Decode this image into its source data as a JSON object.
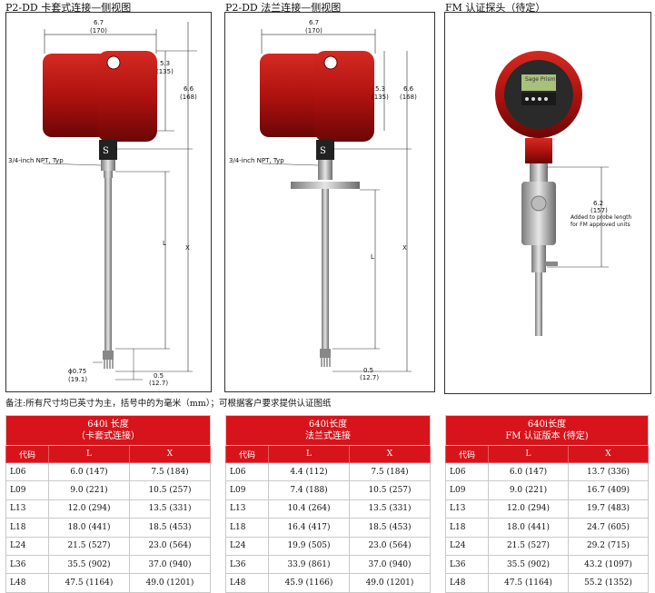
{
  "titles": [
    "P2-DD 卡套式连接—侧视图",
    "P2-DD 法兰连接—侧视图",
    "FM 认证探头（待定）"
  ],
  "diagram1": {
    "width": "6.7",
    "width_mm": "(170)",
    "h1": "5.3",
    "h1_mm": "(135)",
    "h2": "6.6",
    "h2_mm": "(168)",
    "npt": "3/4-inch NPT, Typ",
    "L": "L",
    "X": "X",
    "dia": "ɸ0.75",
    "dia_mm": "(19.1)",
    "tip": "0.5",
    "tip_mm": "(12.7)"
  },
  "diagram2": {
    "width": "6.7",
    "width_mm": "(170)",
    "h1": "5.3",
    "h1_mm": "(135)",
    "h2": "6.6",
    "h2_mm": "(168)",
    "npt": "3/4-inch NPT, Typ",
    "L": "L",
    "X": "X",
    "tip": "0.5",
    "tip_mm": "(12.7)"
  },
  "diagram3": {
    "len": "6.2",
    "len_mm": "(157)",
    "note1": "Added to probe length",
    "note2": "for FM approved units",
    "display_text": "Sage Prism"
  },
  "note": "备注:所有尺寸均已英寸为主，括号中的为毫米（mm）；可根据客户要求提供认证图纸",
  "tables": [
    {
      "title1": "640i 长度",
      "title2": "（卡套式连接）",
      "cols": [
        "代码",
        "L",
        "X"
      ],
      "rows": [
        [
          "L06",
          "6.0 (147)",
          "7.5 (184)"
        ],
        [
          "L09",
          "9.0 (221)",
          "10.5 (257)"
        ],
        [
          "L13",
          "12.0 (294)",
          "13.5 (331)"
        ],
        [
          "L18",
          "18.0 (441)",
          "18.5 (453)"
        ],
        [
          "L24",
          "21.5 (527)",
          "23.0 (564)"
        ],
        [
          "L36",
          "35.5 (902)",
          "37.0 (940)"
        ],
        [
          "L48",
          "47.5 (1164)",
          "49.0 (1201)"
        ]
      ]
    },
    {
      "title1": "640i长度",
      "title2": "法兰式连接",
      "cols": [
        "代码",
        "L",
        "X"
      ],
      "rows": [
        [
          "L06",
          "4.4 (112)",
          "7.5 (184)"
        ],
        [
          "L09",
          "7.4 (188)",
          "10.5 (257)"
        ],
        [
          "L13",
          "10.4 (264)",
          "13.5 (331)"
        ],
        [
          "L18",
          "16.4 (417)",
          "18.5 (453)"
        ],
        [
          "L24",
          "19.9 (505)",
          "23.0 (564)"
        ],
        [
          "L36",
          "33.9 (861)",
          "37.0 (940)"
        ],
        [
          "L48",
          "45.9 (1166)",
          "49.0 (1201)"
        ]
      ]
    },
    {
      "title1": "640i长度",
      "title2": "FM 认证版本 (待定)",
      "cols": [
        "代码",
        "L",
        "X"
      ],
      "rows": [
        [
          "L06",
          "6.0 (147)",
          "13.7 (336)"
        ],
        [
          "L09",
          "9.0 (221)",
          "16.7 (409)"
        ],
        [
          "L13",
          "12.0 (294)",
          "19.7 (483)"
        ],
        [
          "L18",
          "18.0 (441)",
          "24.7 (605)"
        ],
        [
          "L24",
          "21.5 (527)",
          "29.2 (715)"
        ],
        [
          "L36",
          "35.5 (902)",
          "43.2 (1097)"
        ],
        [
          "L48",
          "47.5 (1164)",
          "55.2 (1352)"
        ]
      ]
    }
  ]
}
